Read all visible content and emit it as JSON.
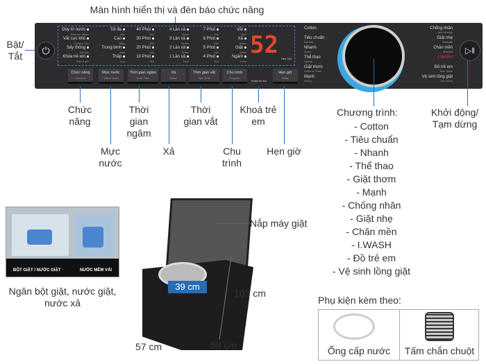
{
  "top_label": "Màn hình hiển thị và đèn báo chức năng",
  "power_label": "Bật/ Tắt",
  "start_label": "Khởi động/ Tạm dừng",
  "display_value": "52",
  "panel_grid": [
    [
      {
        "t": "Duy trì nước",
        "s": "Reserve Water"
      },
      {
        "t": "Vắt cực khô",
        "s": "Cyclone Dry"
      },
      {
        "t": "Sấy thông",
        "s": "Tub Dry"
      },
      {
        "t": "Khóa trẻ em",
        "s": "Child Lock"
      }
    ],
    [
      {
        "t": "Tối đa",
        "s": "Max"
      },
      {
        "t": "Cao",
        "s": "High"
      },
      {
        "t": "Trung bình",
        "s": "Med"
      },
      {
        "t": "Thấp",
        "s": "Low"
      }
    ],
    [
      {
        "t": "40 Phút",
        "s": "Min"
      },
      {
        "t": "30 Phút",
        "s": "Min"
      },
      {
        "t": "20 Phút",
        "s": "Min"
      },
      {
        "t": "10 Phút",
        "s": "Min"
      }
    ],
    [
      {
        "t": "4 Lần xả",
        "s": "Times"
      },
      {
        "t": "3 Lần xả",
        "s": "Times"
      },
      {
        "t": "2 Lần xả",
        "s": "Times"
      },
      {
        "t": "1 Lần xả",
        "s": "Time"
      }
    ],
    [
      {
        "t": "7 Phút",
        "s": "Min"
      },
      {
        "t": "6 Phút",
        "s": "Min"
      },
      {
        "t": "5 Phút",
        "s": "Min"
      },
      {
        "t": "4 Phút",
        "s": "Min"
      }
    ],
    [
      {
        "t": "Vắt",
        "s": "Spin"
      },
      {
        "t": "Xả",
        "s": "Rinse"
      },
      {
        "t": "Giặt",
        "s": "Wash"
      },
      {
        "t": "Ngâm",
        "s": "Soak"
      }
    ]
  ],
  "delay_indicator": "Hẹn Giờ",
  "panel_buttons": [
    {
      "t": "Chức năng",
      "s": "Function"
    },
    {
      "t": "Mực nước",
      "s": "Water Level"
    },
    {
      "t": "Thời gian ngâm",
      "s": "Soak Time"
    },
    {
      "t": "Xả",
      "s": "Rinse"
    },
    {
      "t": "Thời gian vắt",
      "s": "Spin Time"
    },
    {
      "t": "Chu trình",
      "s": "Program"
    },
    {
      "t": "Hẹn giờ",
      "s": "Delay"
    }
  ],
  "lock_small": "Khóa trẻ em",
  "programs_left": [
    {
      "t": "Cotton",
      "s": ""
    },
    {
      "t": "Tiêu chuẩn",
      "s": "Normal"
    },
    {
      "t": "Nhanh",
      "s": "Quick"
    },
    {
      "t": "Thể thao",
      "s": "Sports"
    },
    {
      "t": "Giặt thơm",
      "s": "Softener Soak"
    },
    {
      "t": "Mạnh",
      "s": "Heavy"
    }
  ],
  "programs_right": [
    {
      "t": "Chống nhăn",
      "s": "Anti-Wrinkle"
    },
    {
      "t": "Giặt nhẹ",
      "s": "Delicate"
    },
    {
      "t": "Chăn mền",
      "s": "Blanket"
    },
    {
      "t": "I.WASH",
      "s": ""
    },
    {
      "t": "Đồ trẻ em",
      "s": "Kids Wear"
    },
    {
      "t": "Vệ sinh lồng giặt",
      "s": "Tub Clean"
    }
  ],
  "callouts": {
    "function": "Chức năng",
    "water": "Mực nước",
    "soak": "Thời gian ngâm",
    "rinse": "Xả",
    "spin": "Thời gian vắt",
    "program": "Chu trình",
    "lock": "Khoá trẻ em",
    "delay": "Hẹn giờ"
  },
  "program_list_title": "Chương trình:",
  "program_list": [
    "- Cotton",
    "- Tiêu chuẩn",
    "- Nhanh",
    "- Thể thao",
    "- Giặt thơm",
    "- Mạnh",
    "- Chống nhăn",
    "- Giặt nhẹ",
    "- Chăn mền",
    "- I.WASH",
    "- Đồ trẻ em",
    "- Vệ sinh lồng giặt"
  ],
  "drawer_labels": [
    "BỘT GIẶT / NƯỚC GIẶT",
    "NƯỚC MỀM VẢI"
  ],
  "drawer_caption": "Ngăn bột giặt, nước giặt, nước xả",
  "lid_label": "Nắp máy giặt",
  "dims": {
    "drum": "39 cm",
    "height": "103 cm",
    "width": "57 cm",
    "depth": "58 cm"
  },
  "accessories_title": "Phụ kiện kèm theo:",
  "accessories": [
    "Ống cấp nước",
    "Tấm chắn chuột"
  ],
  "colors": {
    "panel": "#2c2c2e",
    "accent": "#2a6bb5",
    "display": "#e8482a",
    "ring": "#3aa8e0"
  }
}
